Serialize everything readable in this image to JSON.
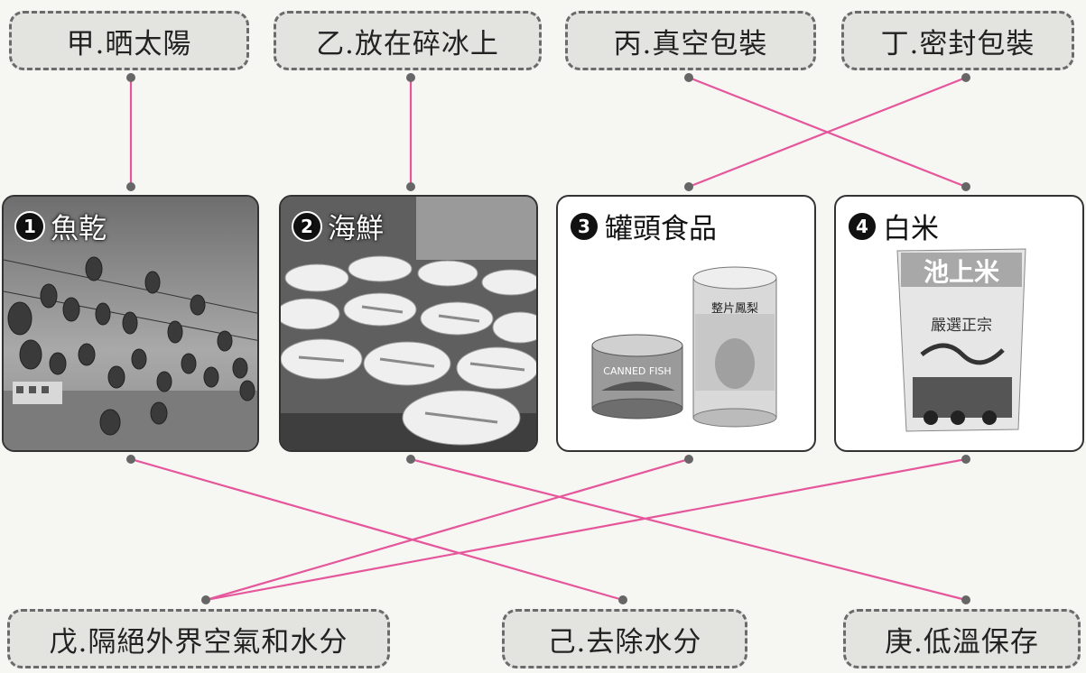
{
  "top_labels": [
    {
      "id": "jia",
      "text": "甲.晒太陽"
    },
    {
      "id": "yi",
      "text": "乙.放在碎冰上"
    },
    {
      "id": "bing",
      "text": "丙.真空包裝"
    },
    {
      "id": "ding",
      "text": "丁.密封包裝"
    }
  ],
  "cards": [
    {
      "num": "1",
      "title": "魚乾"
    },
    {
      "num": "2",
      "title": "海鮮"
    },
    {
      "num": "3",
      "title": "罐頭食品",
      "can_fish_text": "CANNED FISH",
      "can_pineapple_text": "整片鳳梨"
    },
    {
      "num": "4",
      "title": "白米",
      "bag_brand": "池上米",
      "bag_slogan": "嚴選正宗"
    }
  ],
  "bottom_labels": [
    {
      "id": "wu",
      "text": "戊.隔絕外界空氣和水分"
    },
    {
      "id": "ji",
      "text": "己.去除水分"
    },
    {
      "id": "geng",
      "text": "庚.低溫保存"
    }
  ],
  "colors": {
    "line": "#e5569b",
    "dot": "#666666",
    "label_bg": "#e3e3e0",
    "label_border": "#6b6b6b"
  }
}
